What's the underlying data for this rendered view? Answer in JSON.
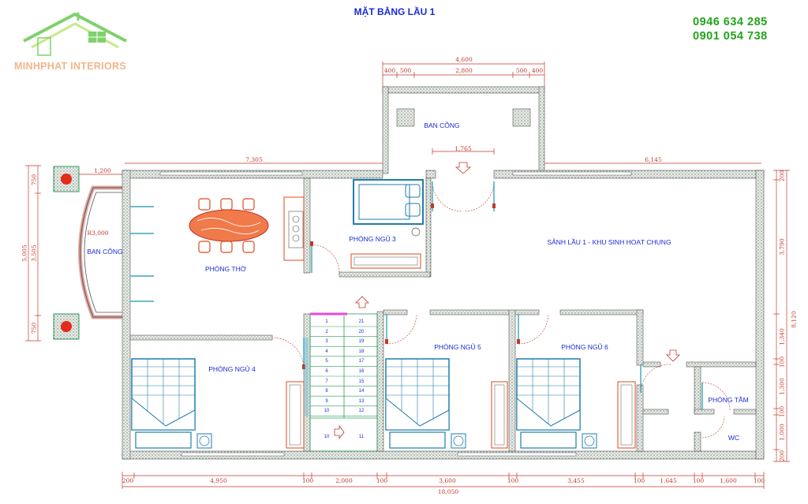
{
  "title": "MẶT BẰNG LẦU 1",
  "brand": {
    "name": "MINHPHAT INTERIORS",
    "phones": [
      "0946 634 285",
      "0901 054 738"
    ]
  },
  "rooms": {
    "balcony_top": "BAN CÔNG",
    "balcony_left": "BAN CÔNG",
    "worship_room": "PHÒNG THỜ",
    "bedroom_3": "PHÒNG NGỦ 3",
    "bedroom_4": "PHÒNG NGỦ 4",
    "bedroom_5": "PHÒNG NGỦ 5",
    "bedroom_6": "PHÒNG NGỦ 6",
    "hall": "SẢNH LẦU 1 - KHU SINH HOẠT CHUNG",
    "bathroom": "PHÒNG TẮM",
    "wc": "WC"
  },
  "dims_top": {
    "total": "4,600",
    "a": "400",
    "b": "500",
    "c": "2,800",
    "d": "500",
    "e": "400",
    "door": "1,765",
    "left": "7,305",
    "right": "6,145",
    "balc": "1,200",
    "arc": "R3,000"
  },
  "dims_bottom": [
    "200",
    "4,950",
    "100",
    "2,000",
    "100",
    "3,600",
    "100",
    "3,455",
    "100",
    "1,645",
    "100",
    "1,600",
    "100"
  ],
  "dim_bottom_total": "18,050",
  "dims_left": {
    "outer": "5,005",
    "inner": "3,505",
    "top": "750",
    "bottom": "750"
  },
  "dims_right": {
    "top": "200",
    "a": "3,790",
    "b": "1,340",
    "c": "100",
    "d": "1,300",
    "e": "100",
    "f": "1,000",
    "g": "200",
    "total": "8,120"
  },
  "stairs": {
    "left": [
      "1",
      "2",
      "3",
      "4",
      "5",
      "6",
      "7",
      "8",
      "9",
      "10"
    ],
    "right": [
      "21",
      "20",
      "19",
      "18",
      "17",
      "16",
      "15",
      "14",
      "13",
      "12"
    ],
    "bottom_left": "10",
    "bottom_right": "11"
  }
}
